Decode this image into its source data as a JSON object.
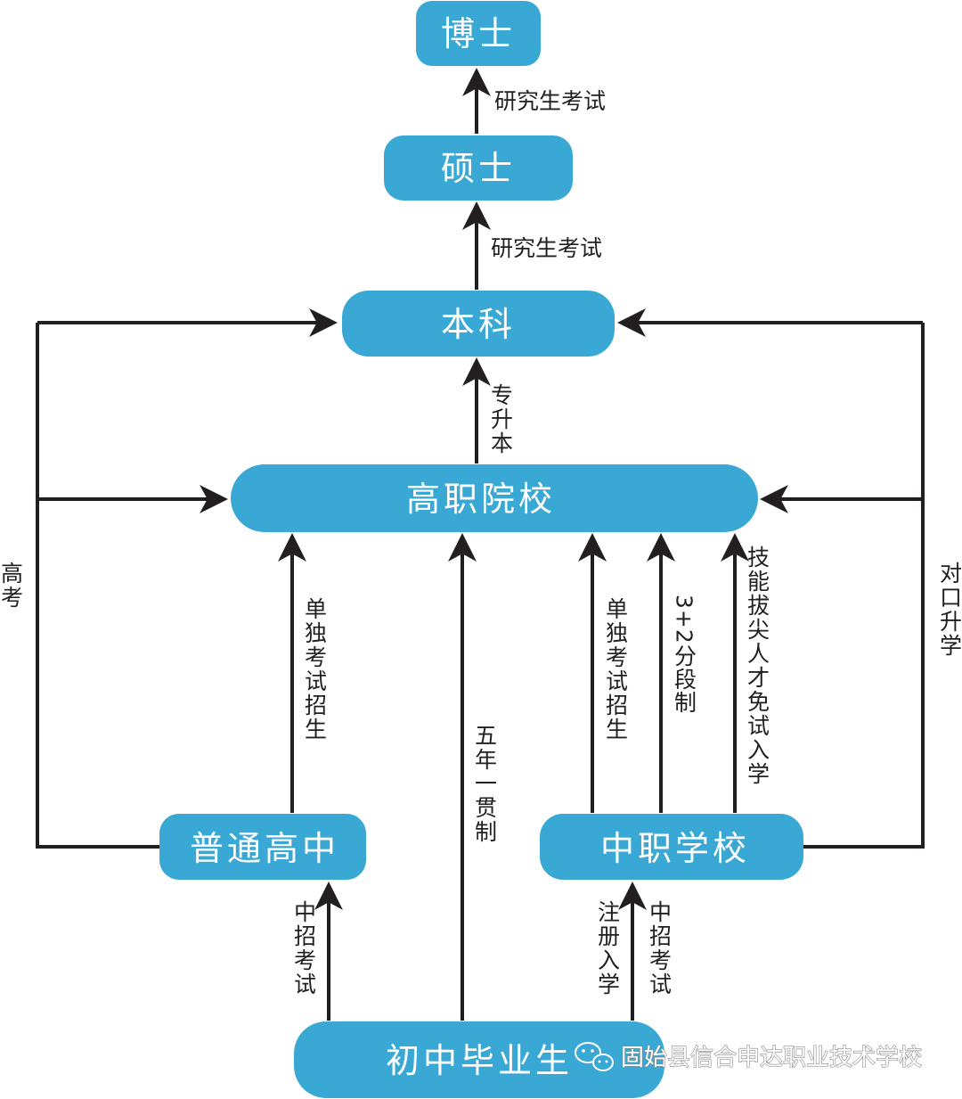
{
  "colors": {
    "node": "#3aa8d5",
    "line": "#231f20",
    "text": "#ffffff"
  },
  "nodes": {
    "boshi": "博士",
    "shuoshi": "硕士",
    "benke": "本科",
    "gaozhi": "高职院校",
    "putong": "普通高中",
    "zhongzhi": "中职学校",
    "chuzhong": "初中毕业生"
  },
  "edges": {
    "yanjiusheng_1": "研究生考试",
    "yanjiusheng_2": "研究生考试",
    "zhuanshengben": "专升本",
    "gaokao": "高考",
    "duikou": "对口升学",
    "danzhao_left": "单独考试招生",
    "wunian": "五年一贯制",
    "danzhao_right": "单独考试招生",
    "sanjiaer": "3+2分段制",
    "jineng": "技能拔尖人才免试入学",
    "zhongzhao_left": "中招考试",
    "zhuce": "注册入学",
    "zhongzhao_right": "中招考试"
  },
  "watermark": {
    "icon": "wechat-icon",
    "text": "固始县信合申达职业技术学校"
  }
}
